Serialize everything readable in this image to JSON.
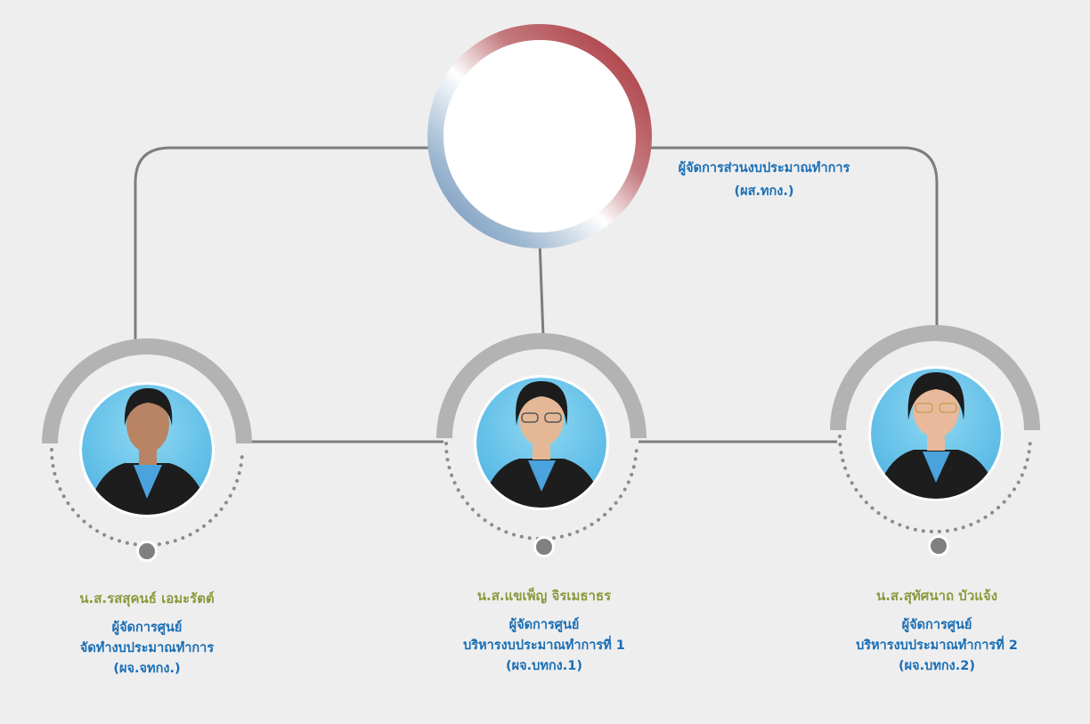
{
  "head": {
    "title": "ผู้จัดการส่วนงบประมาณทำการ",
    "abbr": "(ผส.ทกง.)"
  },
  "members": [
    {
      "name": "น.ส.รสสุคนธ์  เอมะรัตต์",
      "title": "ผู้จัดการศูนย์",
      "dept": "จัดทำงบประมาณทำการ",
      "abbr": "(ผจ.จทกง.)"
    },
    {
      "name": "น.ส.แขเพ็ญ จิรเมธาธร",
      "title": "ผู้จัดการศูนย์",
      "dept": "บริหารงบประมาณทำการที่ 1",
      "abbr": "(ผจ.บทกง.1)"
    },
    {
      "name": "น.ส.สุทัศนาถ  บัวแจ้ง",
      "title": "ผู้จัดการศูนย์",
      "dept": "บริหารงบประมาณทำการที่ 2",
      "abbr": "(ผจ.บทกง.2)"
    }
  ],
  "colors": {
    "connector": "#7d7d7d",
    "arc": "#b3b3b3",
    "dots": "#8c8c8c",
    "name_text": "#8a9a3c",
    "role_text": "#1a6fb5",
    "ring_red": "#a8323a",
    "ring_blue": "#7aa2c8"
  },
  "icons": [
    "person-photo-icon",
    "person-photo-icon",
    "person-photo-icon"
  ]
}
